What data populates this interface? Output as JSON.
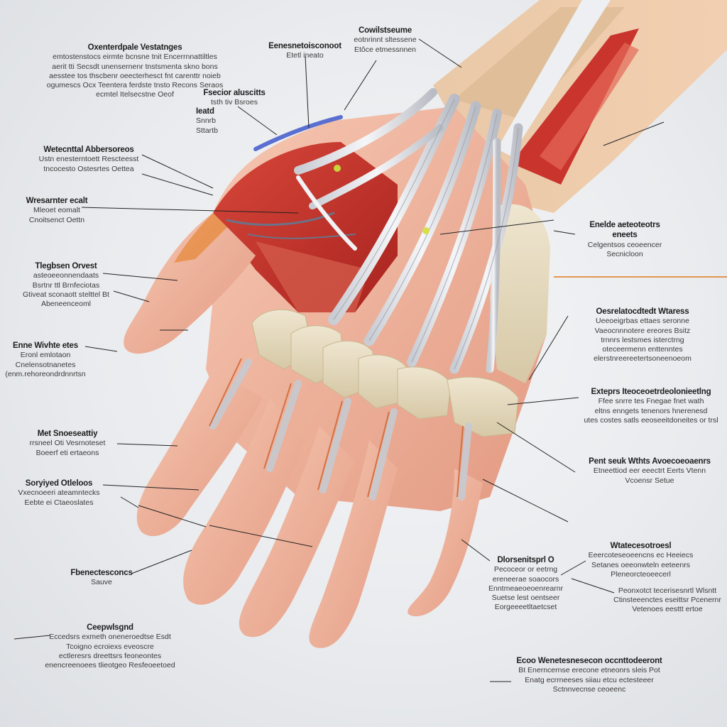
{
  "colors": {
    "skin": "#f1b59f",
    "skin_shadow": "#d98c78",
    "muscle": "#c8322c",
    "muscle_light": "#e0604f",
    "tendon": "#e6e8ec",
    "bone": "#e8dcc2",
    "vein": "#5a6fd0",
    "leader": "#222222",
    "accent_line": "#e07a1a"
  },
  "labels": [
    {
      "id": "tl1",
      "title": "Oxenterdpale Vestatnges",
      "lines": [
        "emtostenstocs eirmte bcnsne tnit Encerrnnattiltles",
        "aerit tti Secsdt unensernenr tnstsmenta skno bons",
        "aesstee tos thscbenr oeecterhesct fnt carenttr noieb",
        "ogumescs Ocx Teentera ferdste tnsto Recons Seraos",
        "ecmtel Itelsecstne Oeof"
      ]
    },
    {
      "id": "tl2",
      "title": "Eenesnetoisconoot",
      "lines": [
        "Etetl ineato"
      ]
    },
    {
      "id": "tl3",
      "title": "Cowilstseume",
      "lines": [
        "eotnrinnt sltessene",
        "Etôce etmessnnen"
      ]
    },
    {
      "id": "tl4",
      "title": "Fsecior aluscitts",
      "lines": [
        "tsth tiv Bsroes"
      ]
    },
    {
      "id": "tl5",
      "title": "Ieatd",
      "lines": [
        "Snnrb",
        "Sttartb"
      ]
    },
    {
      "id": "l1",
      "title": "Wetecnttal Abbersoreos",
      "lines": [
        "Ustn enesterntoett Rescteesst",
        "tncocesto Ostesrtes Oettea"
      ]
    },
    {
      "id": "l2",
      "title": "Wresarnter ecalt",
      "lines": [
        "Mleoet eomalt",
        "Cnoitsenct Oettn"
      ]
    },
    {
      "id": "l3",
      "title": "Tlegbsen Orvest",
      "lines": [
        "asteoeeonnendaats",
        "Bsrtnr ttl Brnfeciotas",
        "Gtiveat sconaott stelttel Bt",
        "Abeneenceoml"
      ]
    },
    {
      "id": "l4",
      "title": "Enne Wivhte  etes",
      "lines": [
        "Eronl emlotaon",
        "Cnelensotnanetes",
        "(enm.rehoreondrdnnrtsn"
      ]
    },
    {
      "id": "l5",
      "title": "Met Snoeseattiy",
      "lines": [
        "rrsneel Oti Vesrnoteset",
        "Boeerf eti ertaeons"
      ]
    },
    {
      "id": "l6",
      "title": "Soryiyed Otleloos",
      "lines": [
        "Vxecnoeeri ateamntecks",
        "Eebte ei Ctaeoslates"
      ]
    },
    {
      "id": "l7",
      "title": "Fbenectesconcs",
      "lines": [
        "Sauve"
      ]
    },
    {
      "id": "l8",
      "title": "Ceepwlsgnd",
      "lines": [
        "Eccedsrs exmeth oneneroedtse  Esdt",
        "Tcoigno  ecroiexs eveoscre",
        "ectleresrs dreettsrs feoneontes",
        "enencreenoees tlieotgeo Resfeoeetoed"
      ]
    },
    {
      "id": "r1",
      "title": "Enelde aeteoteotrs eneets",
      "lines": [
        "Celgentsos ceoeencer Secnicloon"
      ]
    },
    {
      "id": "r2",
      "title": "Oesrelatocdtedt  Wtaress",
      "lines": [
        "Ueeoeigrbas ettaes seronne",
        "Vaeocnnnotere ereores Bsitz",
        "trnnrs lestsmes isterctrng",
        "oteceermenn enttenntes",
        "elerstnreereetertsoneenoeom"
      ]
    },
    {
      "id": "r3",
      "title": "Exteprs Iteoceoetrdeolonieetlng",
      "lines": [
        "Ffee snrre tes Fnegae fnet wath",
        "eltns enngets tenenors hnerenesd",
        "utes costes satls eeoseeitdoneites or trsl"
      ]
    },
    {
      "id": "r4",
      "title": "Pent seuk  Wthts Avoecoeoaenrs",
      "lines": [
        "Etneettiod eer eeectrt Eerts Vtenn",
        "Vcoensr Setue"
      ]
    },
    {
      "id": "r5",
      "title": "Dlorsenitsprl O",
      "lines": [
        "Pecoceor or eetrng",
        "ereneerae soaocors",
        "Enntmeaeoeoenrearnr",
        "Suetse lest oentseer",
        "Eorgeeeetltaetcset"
      ]
    },
    {
      "id": "r6",
      "title": "Wtatecesotroesl",
      "lines": [
        "Eeercoteseoeencns ec Heeiecs",
        "Setanes oeeonwteln eeteenrs",
        "Pleneorcteoeecerl"
      ]
    },
    {
      "id": "r7",
      "title": "",
      "lines": [
        "Peonxotct  tecerisesnrtl Wlsntt",
        "Ctinsteeenctes  eseittsr Pcenernr",
        "Vetenoes eesttt ertoe"
      ]
    },
    {
      "id": "r8",
      "title": "Ecoo Wenetesnesecon occnttodeeront",
      "lines": [
        "Bt Enerncernse erecone etneonrs sleis Pot",
        "Enatg ecrrneeses siiau etcu ectesteeer",
        "Sctnnvecnse ceoeenc"
      ]
    }
  ]
}
